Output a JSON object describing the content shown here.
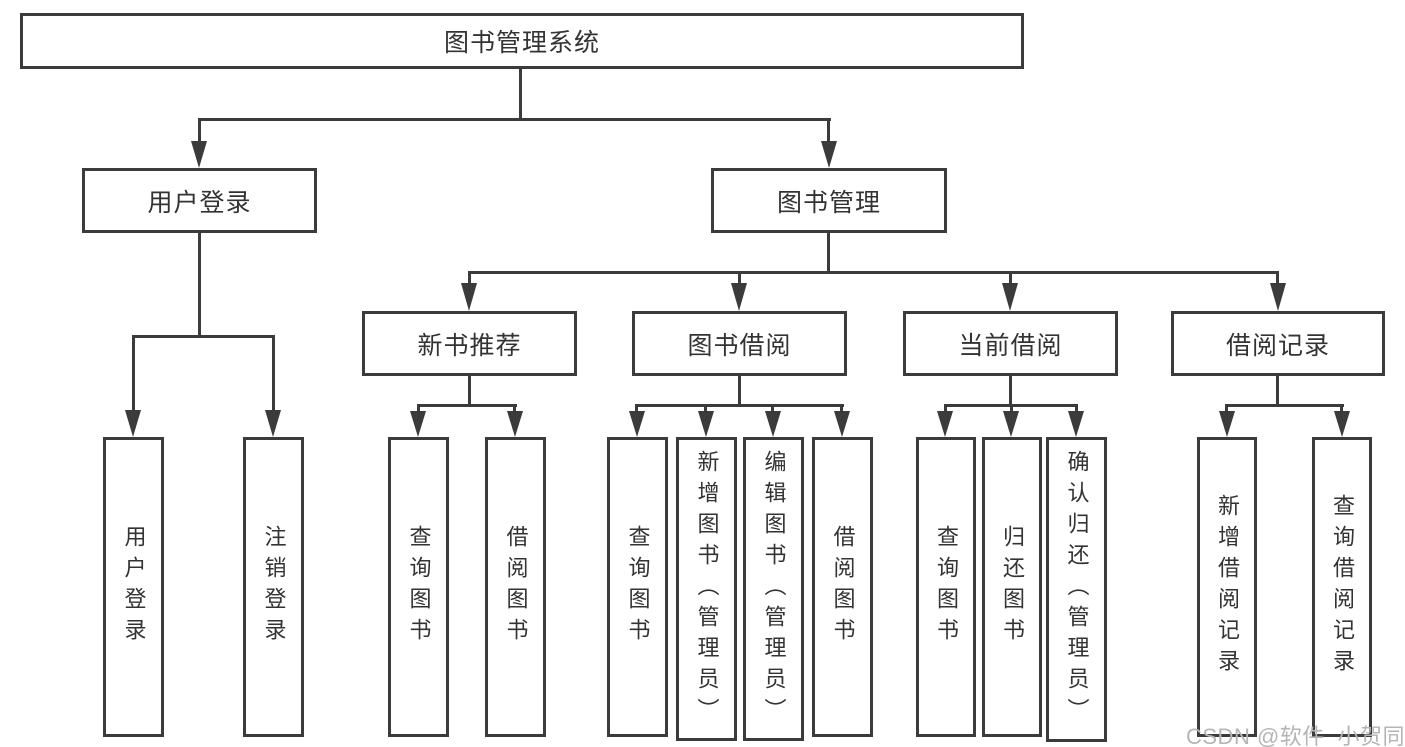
{
  "diagram": {
    "colors": {
      "line": "#3b3b3b",
      "text": "#333333",
      "background": "#ffffff",
      "watermark": "#b5b5b5"
    },
    "tree": {
      "label": "图书管理系统",
      "children": [
        {
          "label": "用户登录",
          "children": [
            {
              "label": "用户登录"
            },
            {
              "label": "注销登录"
            }
          ]
        },
        {
          "label": "图书管理",
          "children": [
            {
              "label": "新书推荐",
              "children": [
                {
                  "label": "查询图书"
                },
                {
                  "label": "借阅图书"
                }
              ]
            },
            {
              "label": "图书借阅",
              "children": [
                {
                  "label": "查询图书"
                },
                {
                  "label": "新增图书（管理员）"
                },
                {
                  "label": "编辑图书（管理员）"
                },
                {
                  "label": "借阅图书"
                }
              ]
            },
            {
              "label": "当前借阅",
              "children": [
                {
                  "label": "查询图书"
                },
                {
                  "label": "归还图书"
                },
                {
                  "label": "确认归还（管理员）"
                }
              ]
            },
            {
              "label": "借阅记录",
              "children": [
                {
                  "label": "新增借阅记录"
                },
                {
                  "label": "查询借阅记录"
                }
              ]
            }
          ]
        }
      ]
    },
    "watermark": {
      "text": "CSDN @软件_小贺同学"
    }
  }
}
